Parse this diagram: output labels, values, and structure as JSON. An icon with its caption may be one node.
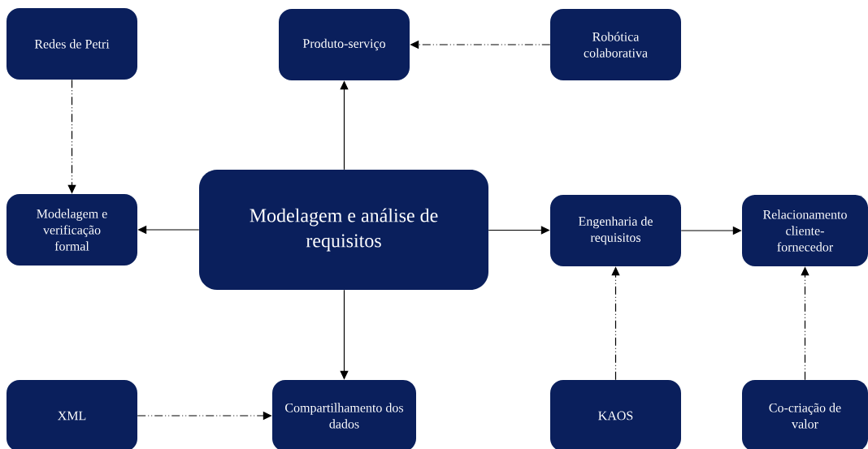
{
  "diagram": {
    "nodes": [
      {
        "text": [
          "Modelagem e análise de requisitos"
        ]
      },
      {
        "text": [
          "Redes de Petri"
        ]
      },
      {
        "text": [
          "Produto-serviço"
        ]
      },
      {
        "text": [
          "Robótica colaborativa"
        ]
      },
      {
        "text": [
          "Modelagem e verificação formal"
        ]
      },
      {
        "text": [
          "Engenharia de requisitos"
        ]
      },
      {
        "text": [
          "Relacionamento cliente-fornecedor"
        ]
      },
      {
        "text": [
          "XML"
        ]
      },
      {
        "text": [
          "Compartilhamento dos dados"
        ]
      },
      {
        "text": [
          "KAOS"
        ]
      },
      {
        "text": [
          "Co-criação de valor"
        ]
      }
    ],
    "edges": [
      {
        "from": 0,
        "to": 2,
        "arrow": "to"
      },
      {
        "from": 3,
        "to": 2,
        "arrow": "to",
        "style": "dashed"
      },
      {
        "from": 1,
        "to": 4,
        "arrow": "to",
        "style": "dashed"
      },
      {
        "from": 0,
        "to": 4,
        "arrow": "to"
      },
      {
        "from": 0,
        "to": 5,
        "arrow": "to"
      },
      {
        "from": 5,
        "to": 6,
        "arrow": "to"
      },
      {
        "from": 0,
        "to": 8,
        "arrow": "to"
      },
      {
        "from": 7,
        "to": 8,
        "arrow": "to",
        "style": "dashed"
      },
      {
        "from": 9,
        "to": 5,
        "arrow": "to",
        "style": "dashed"
      },
      {
        "from": 10,
        "to": 6,
        "arrow": "to",
        "style": "dashed"
      }
    ]
  }
}
